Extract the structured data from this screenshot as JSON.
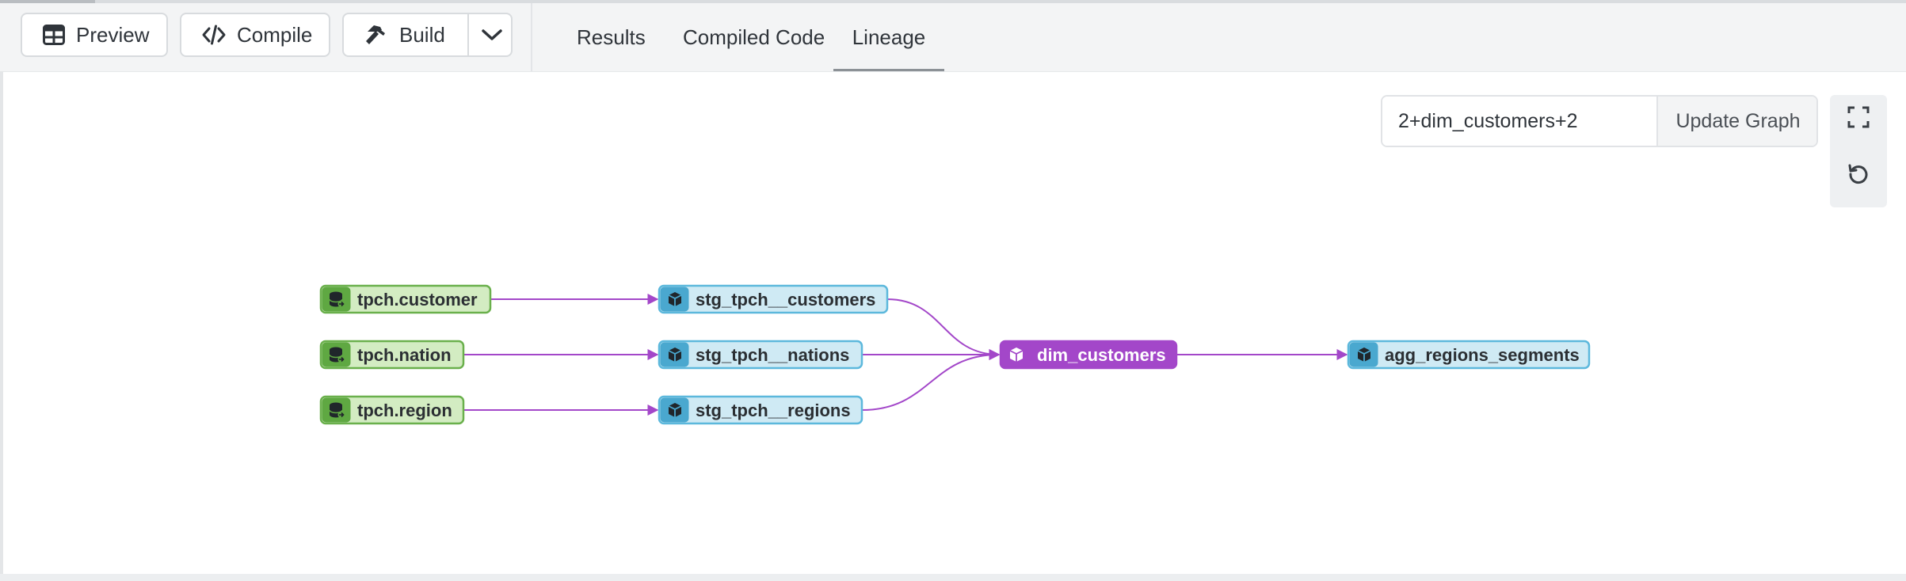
{
  "toolbar": {
    "preview_label": "Preview",
    "compile_label": "Compile",
    "build_label": "Build"
  },
  "tabs": {
    "results": "Results",
    "compiled_code": "Compiled Code",
    "lineage": "Lineage",
    "active": "Lineage"
  },
  "graph_selector": {
    "value": "2+dim_customers+2",
    "button_label": "Update Graph"
  },
  "colors": {
    "source_fill": "#d3ecc2",
    "source_border": "#6ab04c",
    "source_icon_bg": "#5fa842",
    "model_fill": "#cfeaf4",
    "model_border": "#5cb8dc",
    "model_icon_bg": "#4aa8cf",
    "selected_fill": "#a347c9",
    "edge": "#a347c9"
  },
  "lineage": {
    "nodes": [
      {
        "id": "tpch_customer",
        "label": "tpch.customer",
        "kind": "source",
        "icon": "database-icon"
      },
      {
        "id": "tpch_nation",
        "label": "tpch.nation",
        "kind": "source",
        "icon": "database-icon"
      },
      {
        "id": "tpch_region",
        "label": "tpch.region",
        "kind": "source",
        "icon": "database-icon"
      },
      {
        "id": "stg_customers",
        "label": "stg_tpch__customers",
        "kind": "model",
        "icon": "cube-icon"
      },
      {
        "id": "stg_nations",
        "label": "stg_tpch__nations",
        "kind": "model",
        "icon": "cube-icon"
      },
      {
        "id": "stg_regions",
        "label": "stg_tpch__regions",
        "kind": "model",
        "icon": "cube-icon"
      },
      {
        "id": "dim_customers",
        "label": "dim_customers",
        "kind": "selected",
        "icon": "cube-icon"
      },
      {
        "id": "agg_segments",
        "label": "agg_regions_segments",
        "kind": "model",
        "icon": "cube-icon"
      }
    ],
    "edges": [
      [
        "tpch_customer",
        "stg_customers"
      ],
      [
        "tpch_nation",
        "stg_nations"
      ],
      [
        "tpch_region",
        "stg_regions"
      ],
      [
        "stg_customers",
        "dim_customers"
      ],
      [
        "stg_nations",
        "dim_customers"
      ],
      [
        "stg_regions",
        "dim_customers"
      ],
      [
        "dim_customers",
        "agg_segments"
      ]
    ]
  }
}
